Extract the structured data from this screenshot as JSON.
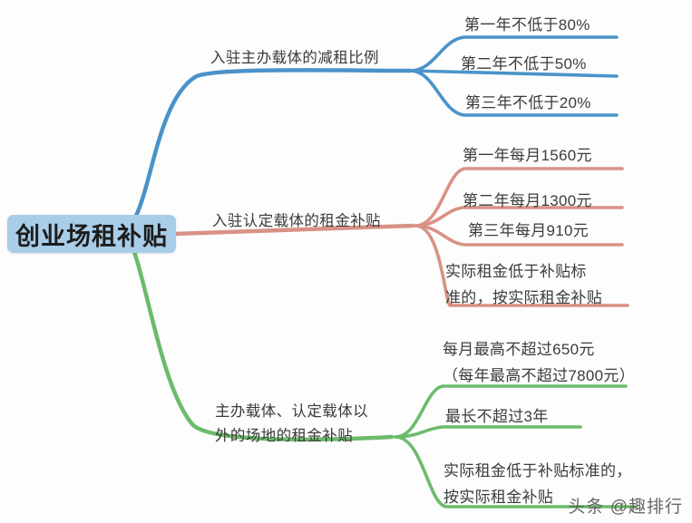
{
  "mindmap": {
    "root": {
      "label": "创业场租补贴",
      "fill_color": "#a8cde8"
    },
    "branches": [
      {
        "label": "入驻主办载体的减租比例",
        "color": "#4a93c9",
        "leaves": [
          {
            "label": "第一年不低于80%"
          },
          {
            "label": "第二年不低于50%"
          },
          {
            "label": "第三年不低于20%"
          }
        ]
      },
      {
        "label": "入驻认定载体的租金补贴",
        "color": "#d99186",
        "leaves": [
          {
            "label": "第一年每月1560元"
          },
          {
            "label": "第二年每月1300元"
          },
          {
            "label": "第三年每月910元"
          },
          {
            "label": "实际租金低于补贴标\n准的，按实际租金补贴"
          }
        ]
      },
      {
        "label": "主办载体、认定载体以\n外的场地的租金补贴",
        "color": "#6cbb6c",
        "leaves": [
          {
            "label": "每月最高不超过650元\n（每年最高不超过7800元）"
          },
          {
            "label": "最长不超过3年"
          },
          {
            "label": "实际租金低于补贴标准的，\n按实际租金补贴"
          }
        ]
      }
    ],
    "watermark": "头条 @趣排行"
  }
}
